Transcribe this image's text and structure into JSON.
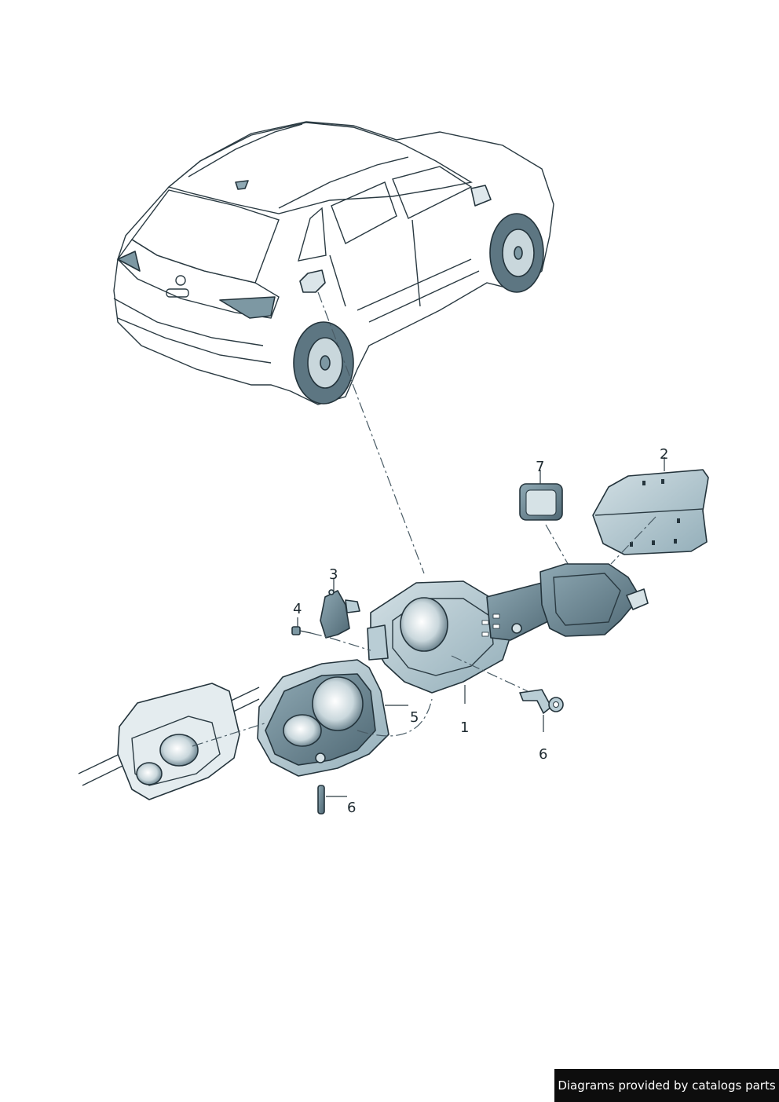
{
  "callouts": {
    "c1": "1",
    "c2": "2",
    "c3": "3",
    "c4": "4",
    "c5": "5",
    "c6a": "6",
    "c6b": "6",
    "c7": "7"
  },
  "credit": "Diagrams provided by catalogs parts",
  "colors": {
    "body_tint": "#eef3f5",
    "glass_tint": "#9fb8c2",
    "part_fill": "#b9cdd5",
    "part_dark": "#56707c",
    "outline": "#24343c"
  }
}
